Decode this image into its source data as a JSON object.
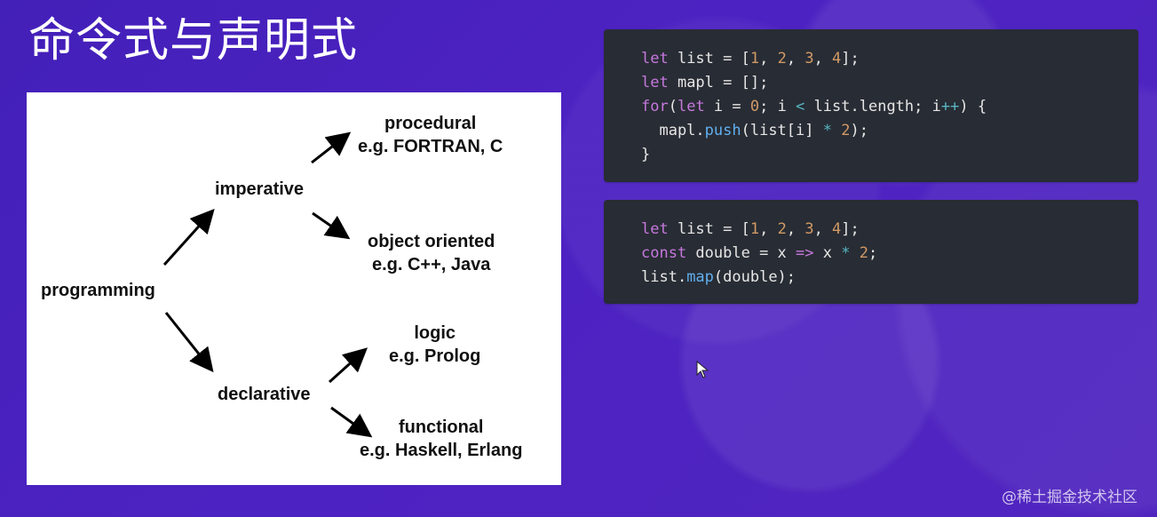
{
  "slide": {
    "title": "命令式与声明式",
    "watermark": "@稀土掘金技术社区"
  },
  "diagram": {
    "nodes": {
      "programming": "programming",
      "imperative": "imperative",
      "declarative": "declarative",
      "procedural": {
        "label": "procedural",
        "example": "e.g. FORTRAN, C"
      },
      "object_oriented": {
        "label": "object oriented",
        "example": "e.g. C++, Java"
      },
      "logic": {
        "label": "logic",
        "example": "e.g. Prolog"
      },
      "functional": {
        "label": "functional",
        "example": "e.g. Haskell, Erlang"
      }
    }
  },
  "code": {
    "imperative": {
      "lines": [
        [
          {
            "text": "let",
            "kind": "kw"
          },
          {
            "text": " list = [",
            "kind": "plain"
          },
          {
            "text": "1",
            "kind": "num"
          },
          {
            "text": ", ",
            "kind": "plain"
          },
          {
            "text": "2",
            "kind": "num"
          },
          {
            "text": ", ",
            "kind": "plain"
          },
          {
            "text": "3",
            "kind": "num"
          },
          {
            "text": ", ",
            "kind": "plain"
          },
          {
            "text": "4",
            "kind": "num"
          },
          {
            "text": "];",
            "kind": "plain"
          }
        ],
        [
          {
            "text": "let",
            "kind": "kw"
          },
          {
            "text": " mapl = [];",
            "kind": "plain"
          }
        ],
        [
          {
            "text": "for",
            "kind": "kw"
          },
          {
            "text": "(",
            "kind": "plain"
          },
          {
            "text": "let",
            "kind": "kw"
          },
          {
            "text": " i = ",
            "kind": "plain"
          },
          {
            "text": "0",
            "kind": "num"
          },
          {
            "text": "; i ",
            "kind": "plain"
          },
          {
            "text": "<",
            "kind": "op"
          },
          {
            "text": " list.length; i",
            "kind": "plain"
          },
          {
            "text": "++",
            "kind": "op"
          },
          {
            "text": ") {",
            "kind": "plain"
          }
        ],
        [
          {
            "text": "  mapl.",
            "kind": "plain"
          },
          {
            "text": "push",
            "kind": "fn"
          },
          {
            "text": "(list[i] ",
            "kind": "plain"
          },
          {
            "text": "*",
            "kind": "op"
          },
          {
            "text": " ",
            "kind": "plain"
          },
          {
            "text": "2",
            "kind": "num"
          },
          {
            "text": ");",
            "kind": "plain"
          }
        ],
        [
          {
            "text": "}",
            "kind": "plain"
          }
        ]
      ]
    },
    "declarative": {
      "lines": [
        [
          {
            "text": "let",
            "kind": "kw"
          },
          {
            "text": " list = [",
            "kind": "plain"
          },
          {
            "text": "1",
            "kind": "num"
          },
          {
            "text": ", ",
            "kind": "plain"
          },
          {
            "text": "2",
            "kind": "num"
          },
          {
            "text": ", ",
            "kind": "plain"
          },
          {
            "text": "3",
            "kind": "num"
          },
          {
            "text": ", ",
            "kind": "plain"
          },
          {
            "text": "4",
            "kind": "num"
          },
          {
            "text": "];",
            "kind": "plain"
          }
        ],
        [
          {
            "text": "const",
            "kind": "kw"
          },
          {
            "text": " double = x ",
            "kind": "plain"
          },
          {
            "text": "=>",
            "kind": "kw"
          },
          {
            "text": " x ",
            "kind": "plain"
          },
          {
            "text": "*",
            "kind": "op"
          },
          {
            "text": " ",
            "kind": "plain"
          },
          {
            "text": "2",
            "kind": "num"
          },
          {
            "text": ";",
            "kind": "plain"
          }
        ],
        [
          {
            "text": "list.",
            "kind": "plain"
          },
          {
            "text": "map",
            "kind": "fn"
          },
          {
            "text": "(double);",
            "kind": "plain"
          }
        ]
      ]
    }
  },
  "icons": {
    "cursor": "mouse-cursor-icon"
  }
}
